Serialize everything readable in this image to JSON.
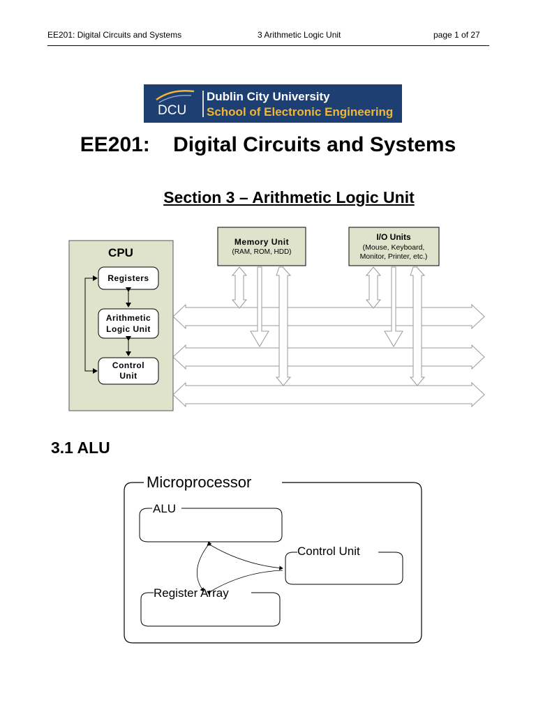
{
  "header": {
    "left": "EE201: Digital Circuits and Systems",
    "center": "3 Arithmetic Logic Unit",
    "right": "page 1 of 27"
  },
  "logo": {
    "mark": "DCU",
    "university": "Dublin City University",
    "school": "School of Electronic Engineering"
  },
  "title": "EE201:    Digital Circuits and Systems",
  "subtitle": "Section 3 – Arithmetic Logic Unit",
  "diagram1": {
    "cpu_label": "CPU",
    "registers": "Registers",
    "alu_line1": "Arithmetic",
    "alu_line2": "Logic Unit",
    "control_line1": "Control",
    "control_line2": "Unit",
    "memory_title": "Memory Unit",
    "memory_sub": "(RAM, ROM, HDD)",
    "io_title": "I/O Units",
    "io_sub1": "(Mouse, Keyboard,",
    "io_sub2": "Monitor, Printer, etc.)"
  },
  "section_heading": "3.1 ALU",
  "diagram2": {
    "microprocessor": "Microprocessor",
    "alu": "ALU",
    "control_unit": "Control Unit",
    "register_array": "Register Array"
  },
  "colors": {
    "cpu_fill": "#dfe3cc",
    "box_fill": "#dfe3cc",
    "logo_bg": "#1e3f72",
    "logo_accent": "#f2b632"
  }
}
